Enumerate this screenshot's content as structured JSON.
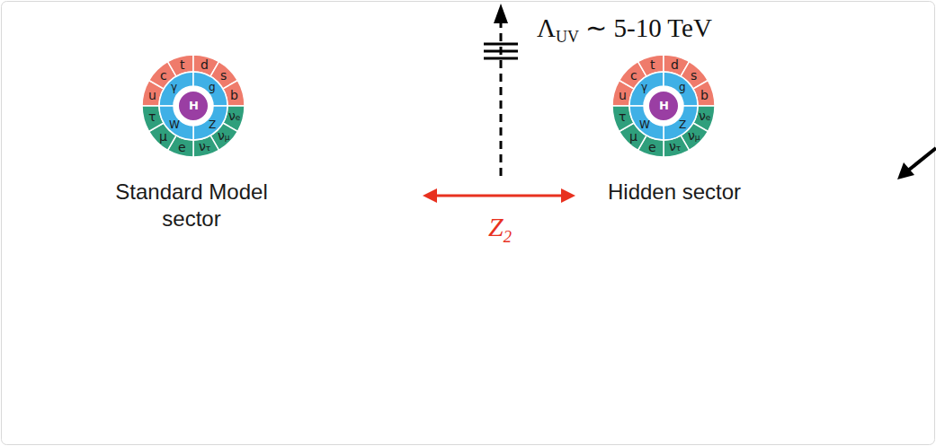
{
  "diagram": {
    "labels": [
      "ΛUV ∼ 5-10 TeV",
      "Standard Model sector",
      "Z2",
      "Hidden sector",
      "u",
      "c",
      "t",
      "d",
      "s",
      "b",
      "νe",
      "νμ",
      "ντ",
      "e",
      "μ",
      "τ",
      "γ",
      "g",
      "Z",
      "W",
      "H",
      "u",
      "c",
      "t",
      "d",
      "s",
      "b",
      "νe",
      "νμ",
      "ντ",
      "e",
      "μ",
      "τ",
      "γ",
      "g",
      "Z",
      "W",
      "H"
    ]
  }
}
